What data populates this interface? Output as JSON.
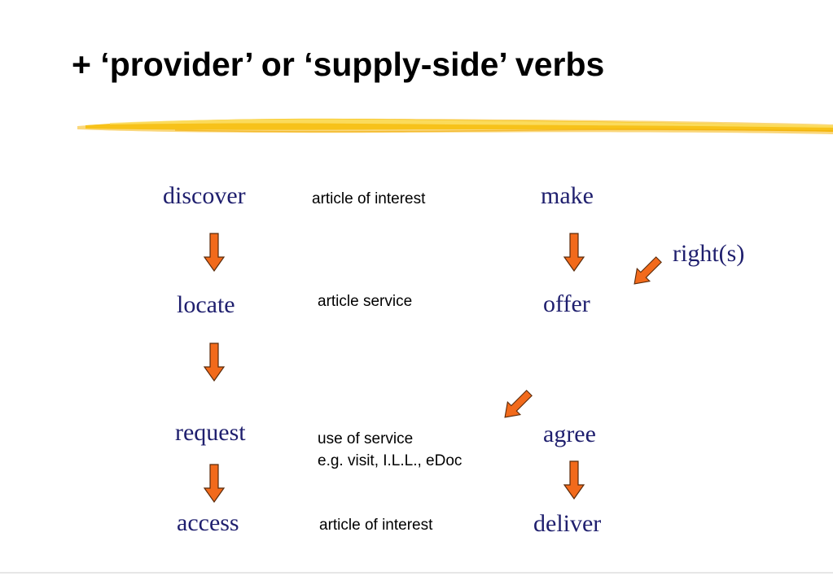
{
  "slide": {
    "title": "+ ‘provider’ or ‘supply-side’ verbs"
  },
  "left_column": [
    "discover",
    "locate",
    "request",
    "access"
  ],
  "middle_column": {
    "row1": "article of interest",
    "row2": "article service",
    "row3_line1": "use of service",
    "row3_line2": "e.g. visit, I.L.L., eDoc",
    "row4": "article of interest"
  },
  "right_column": [
    "make",
    "offer",
    "agree",
    "deliver"
  ],
  "side_label": "right(s)",
  "colors": {
    "verb_text": "#1f1f6e",
    "arrow_fill": "#f26a1b",
    "arrow_outline": "#5a2a0a",
    "brush_stroke": "#f7c21a"
  },
  "icons": [
    "down-arrow-icon",
    "diagonal-arrow-icon",
    "brush-stroke"
  ]
}
